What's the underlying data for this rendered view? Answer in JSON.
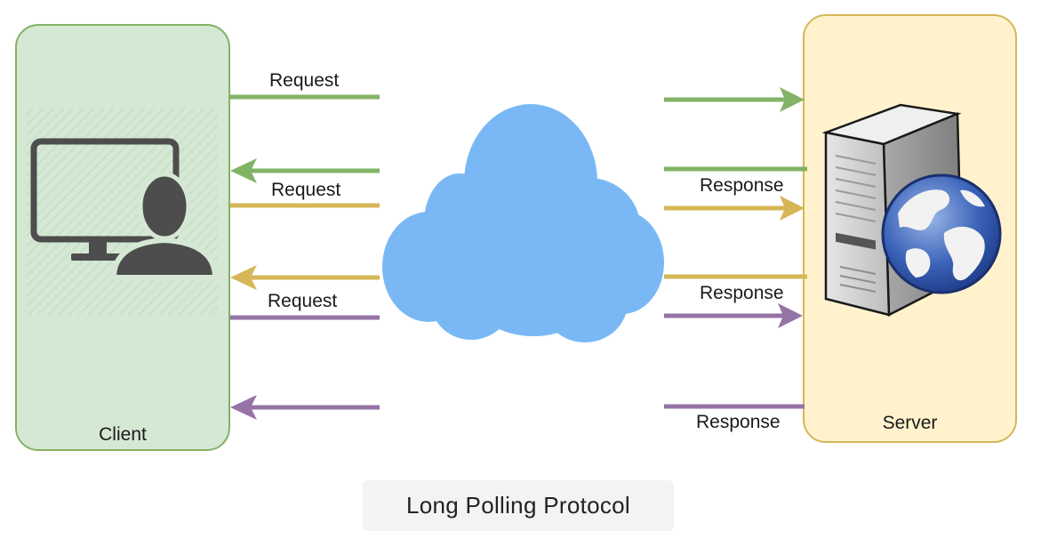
{
  "client": {
    "label": "Client",
    "icon": "user-computer-icon"
  },
  "server": {
    "label": "Server",
    "icon": "web-server-icon"
  },
  "network": {
    "icon": "cloud-icon"
  },
  "labels": {
    "request_1": "Request",
    "request_2": "Request",
    "request_3": "Request",
    "response_1": "Response",
    "response_2": "Response",
    "response_3": "Response"
  },
  "caption": "Long Polling Protocol",
  "colors": {
    "client_fill": "#d5e8d4",
    "client_border": "#82b366",
    "server_fill": "#fff2cc",
    "server_border": "#d6b656",
    "cloud": "#7ab8f5",
    "green": "#82b366",
    "yellow": "#d6b656",
    "purple": "#9673a6"
  }
}
